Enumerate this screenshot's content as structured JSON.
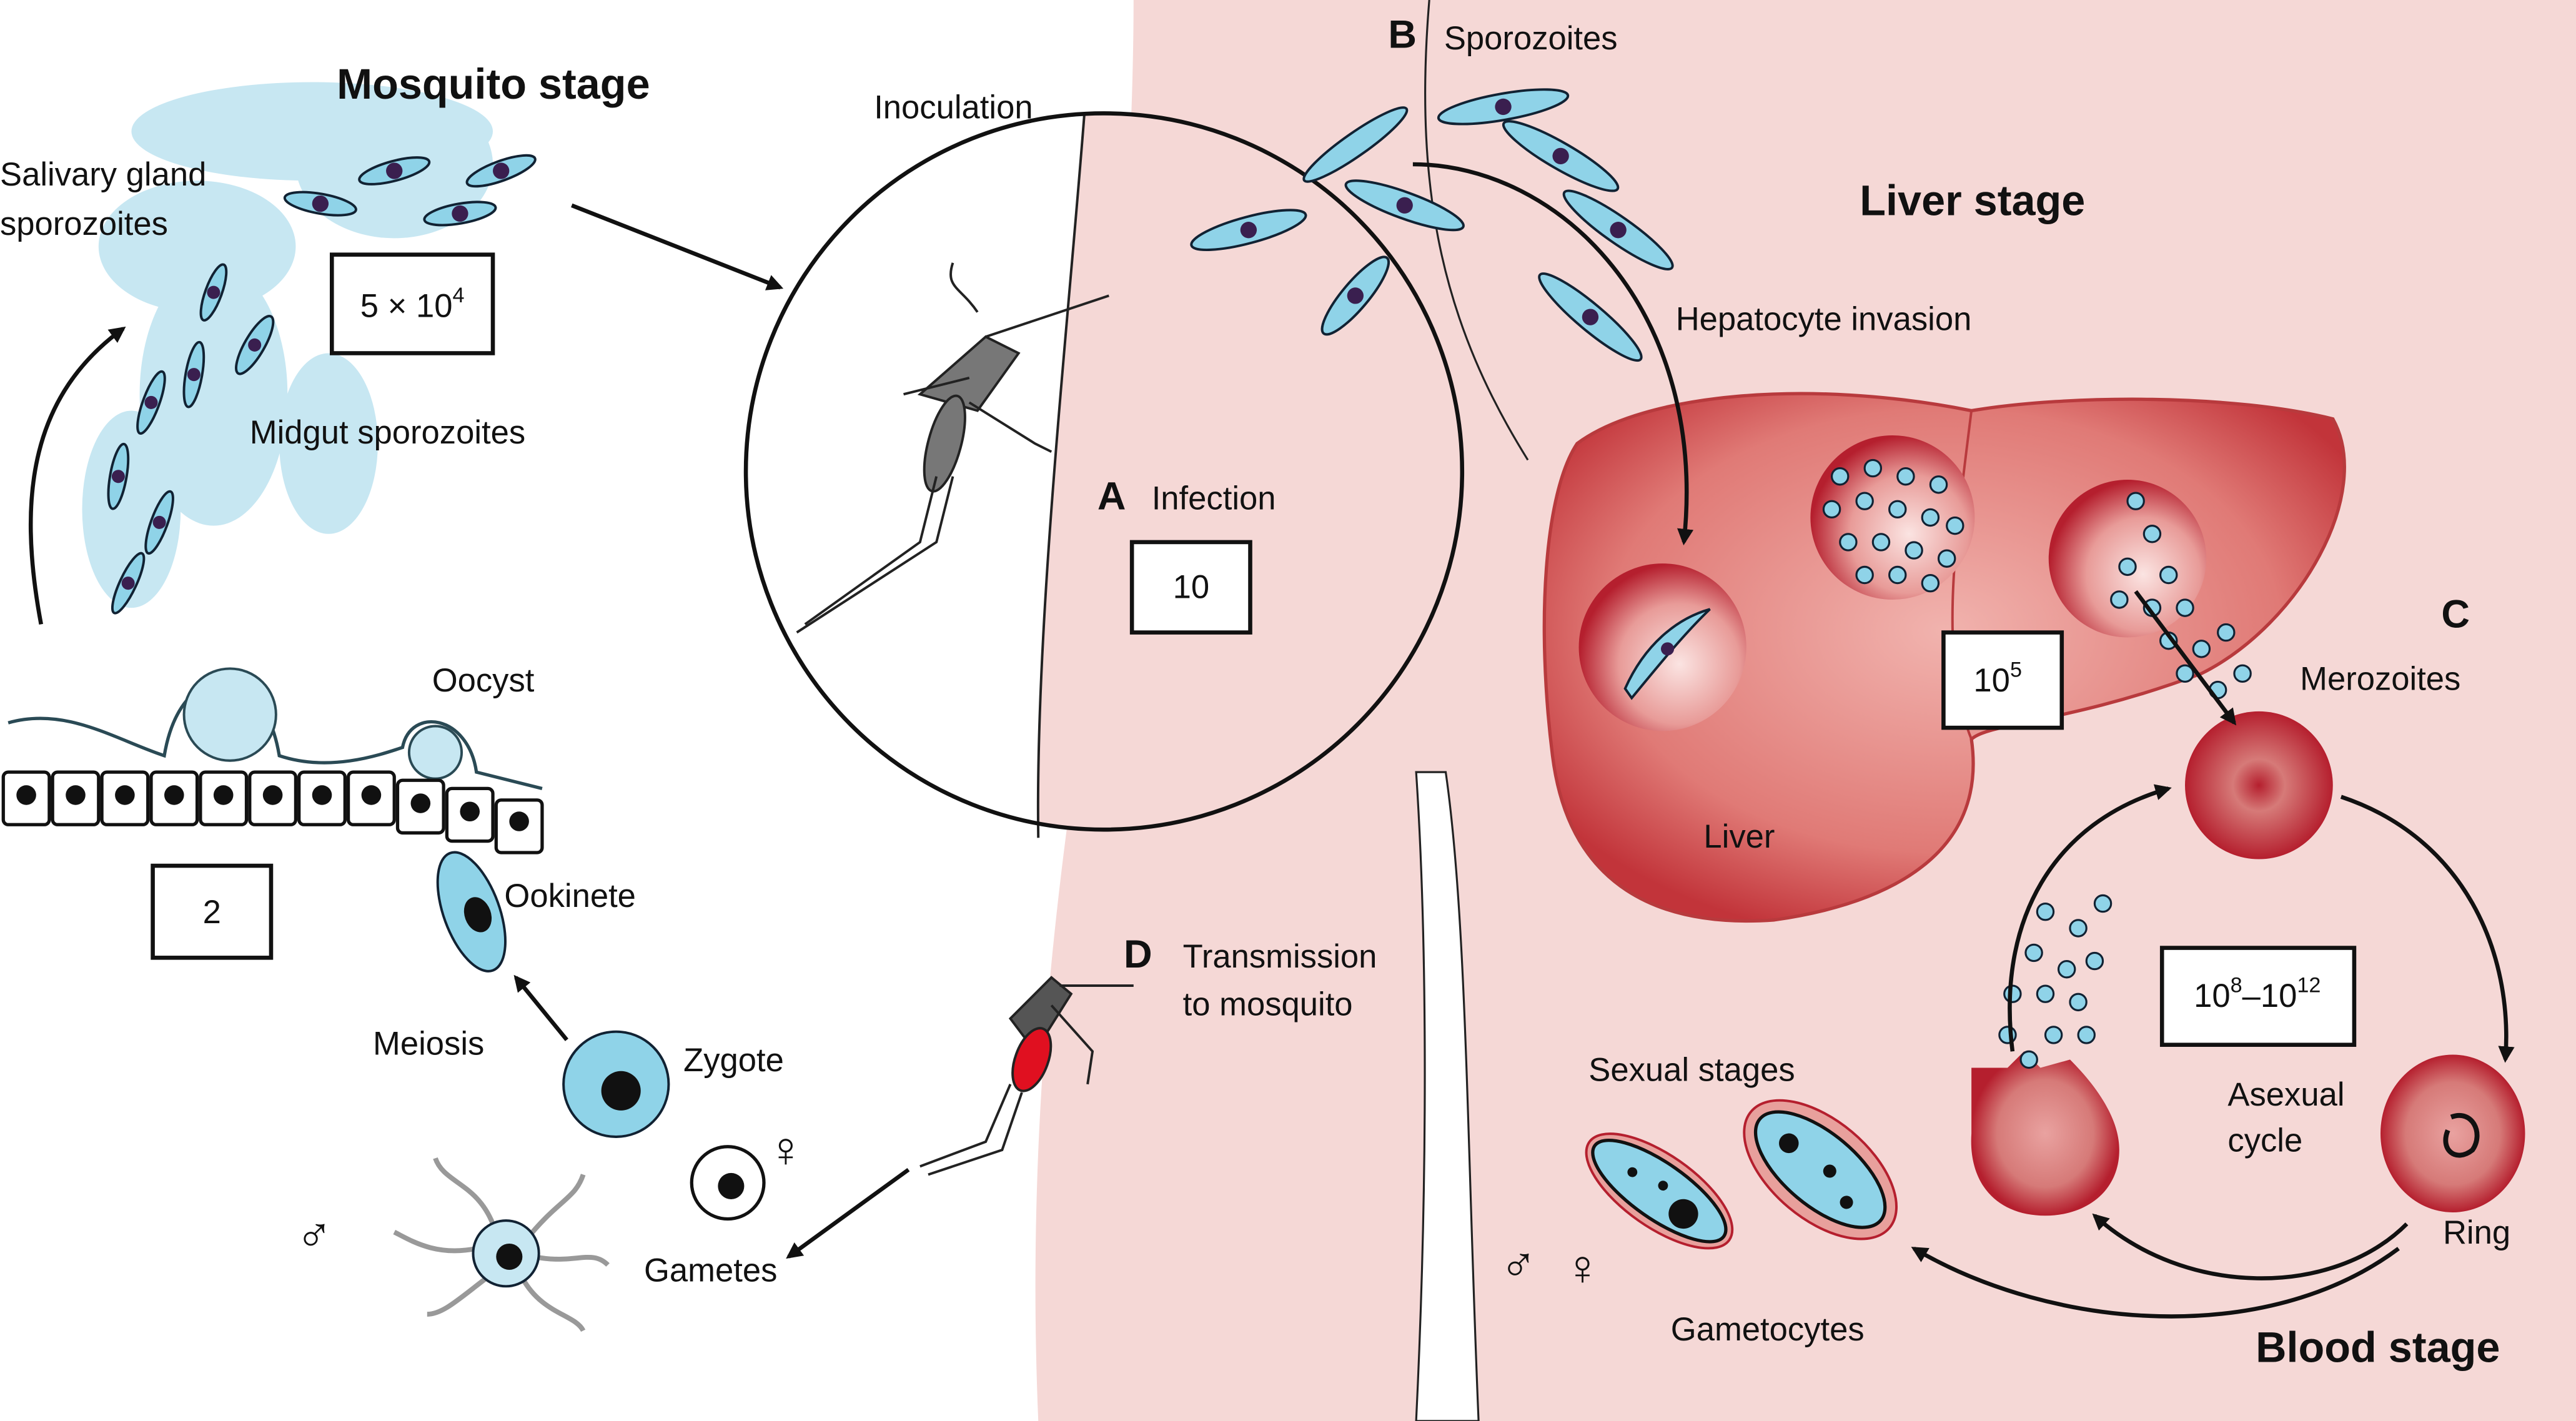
{
  "stages": {
    "mosquito": "Mosquito stage",
    "liver": "Liver stage",
    "blood": "Blood stage"
  },
  "letters": {
    "a": "A",
    "b": "B",
    "c": "C",
    "d": "D"
  },
  "labels": {
    "salivary_1": "Salivary gland",
    "salivary_2": "sporozoites",
    "midgut": "Midgut sporozoites",
    "oocyst": "Oocyst",
    "ookinete": "Ookinete",
    "meiosis": "Meiosis",
    "zygote": "Zygote",
    "gametes": "Gametes",
    "inoculation": "Inoculation",
    "infection": "Infection",
    "sporozoites": "Sporozoites",
    "hepatocyte_invasion": "Hepatocyte invasion",
    "liver": "Liver",
    "merozoites": "Merozoites",
    "asexual_1": "Asexual",
    "asexual_2": "cycle",
    "ring": "Ring",
    "sexual_stages": "Sexual stages",
    "gametocytes": "Gametocytes",
    "transmission_1": "Transmission",
    "transmission_2": "to mosquito",
    "male_symbol": "♂",
    "female_symbol": "♀"
  },
  "counts": {
    "mosquito_sporozoites": {
      "base": "5 × 10",
      "exp": "4"
    },
    "infection": {
      "base": "10"
    },
    "oocyst": {
      "base": "2"
    },
    "liver": {
      "base": "10",
      "exp": "5"
    },
    "blood": {
      "base1": "10",
      "exp1": "8",
      "sep": "–",
      "base2": "10",
      "exp2": "12"
    }
  },
  "colors": {
    "skin": "#f5d8d6",
    "parasite": "#8fd3e8",
    "blood_cell": "#b51f2e",
    "liver": "#d9605f",
    "midgut_cloud": "#c7e7f2"
  }
}
